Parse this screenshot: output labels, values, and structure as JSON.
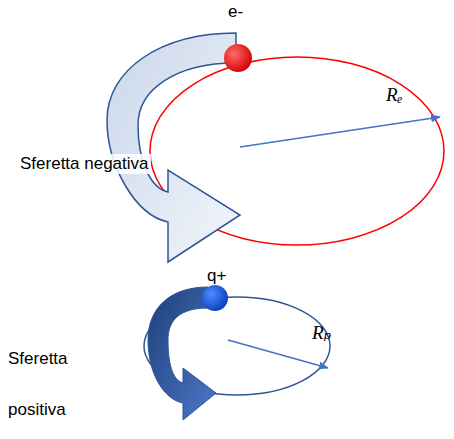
{
  "diagram": {
    "labels": [
      "e-",
      "Rₑ",
      "Sferetta negativa",
      "q+",
      "Rₚ",
      "Sferetta",
      "positiva"
    ]
  }
}
